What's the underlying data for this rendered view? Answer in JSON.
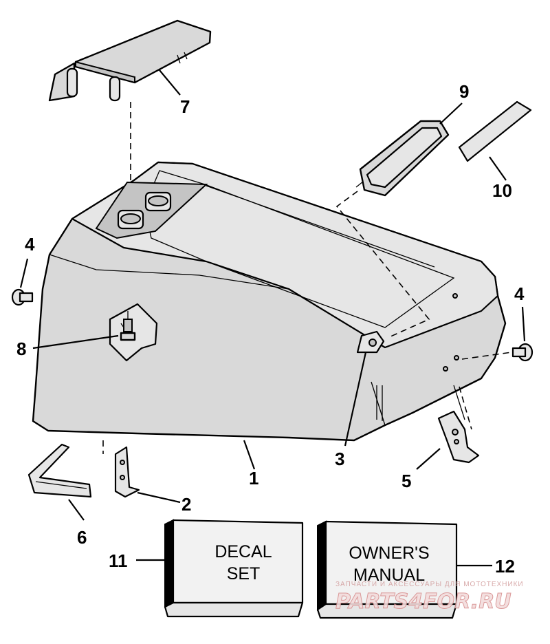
{
  "callouts": {
    "c1": "1",
    "c2": "2",
    "c3": "3",
    "c4a": "4",
    "c4b": "4",
    "c5": "5",
    "c6": "6",
    "c7": "7",
    "c8": "8",
    "c9": "9",
    "c10": "10",
    "c11": "11",
    "c12": "12"
  },
  "decal_box": {
    "line1": "DECAL",
    "line2": "SET"
  },
  "manual_box": {
    "line1": "OWNER'S",
    "line2": "MANUAL"
  },
  "watermark": {
    "tagline": "ЗАПЧАСТИ И АКСЕССУАРЫ ДЛЯ МОТОТЕХНИКИ",
    "logo": "PARTS4FOR.RU"
  }
}
